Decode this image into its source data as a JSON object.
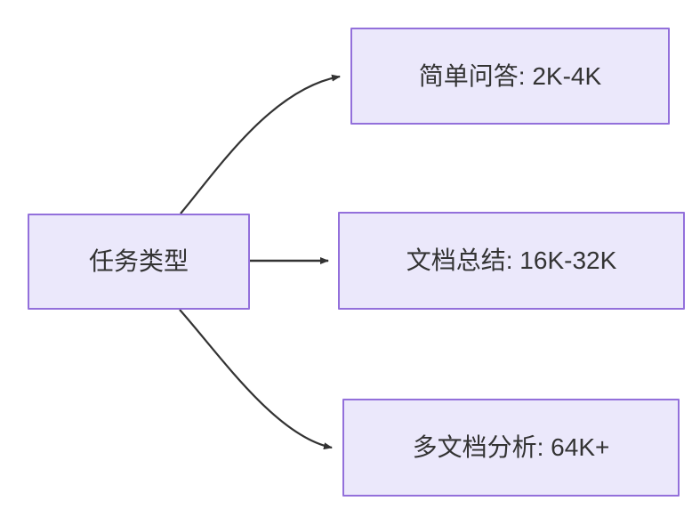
{
  "diagram": {
    "type": "flowchart",
    "direction": "left-to-right",
    "background_color": "#ffffff",
    "node_fill_color": "#ebe8fb",
    "node_border_color": "#9370db",
    "node_text_color": "#333333",
    "edge_color": "#333333",
    "nodes": [
      {
        "id": "root",
        "label": "任务类型",
        "role": "root"
      },
      {
        "id": "simple-qa",
        "label": "简单问答: 2K-4K",
        "role": "branch"
      },
      {
        "id": "doc-summary",
        "label": "文档总结: 16K-32K",
        "role": "branch"
      },
      {
        "id": "multi-doc",
        "label": "多文档分析: 64K+",
        "role": "branch"
      }
    ],
    "edges": [
      {
        "id": "edge-root-simple-qa",
        "from": "root",
        "to": "simple-qa",
        "style": "curved",
        "arrow": "arrowhead-right"
      },
      {
        "id": "edge-root-doc-summary",
        "from": "root",
        "to": "doc-summary",
        "style": "straight",
        "arrow": "arrowhead-right"
      },
      {
        "id": "edge-root-multi-doc",
        "from": "root",
        "to": "multi-doc",
        "style": "curved",
        "arrow": "arrowhead-right"
      }
    ]
  }
}
